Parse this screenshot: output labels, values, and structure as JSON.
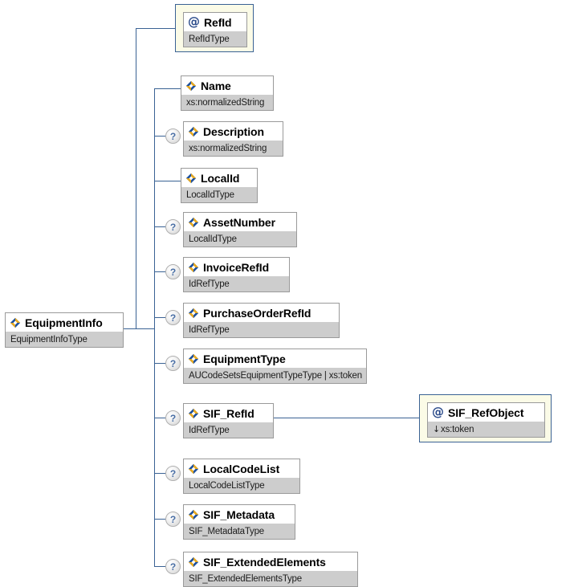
{
  "diagram": {
    "kind": "xml-schema-tree",
    "root": {
      "name": "EquipmentInfo",
      "type": "EquipmentInfoType",
      "icon": "element-icon",
      "optional": false
    },
    "attribute_children": [
      {
        "name": "RefId",
        "type": "RefIdType",
        "icon": "attribute-icon",
        "optional": false
      }
    ],
    "element_children": [
      {
        "name": "Name",
        "type": "xs:normalizedString",
        "icon": "element-icon",
        "optional": false
      },
      {
        "name": "Description",
        "type": "xs:normalizedString",
        "icon": "element-icon",
        "optional": true
      },
      {
        "name": "LocalId",
        "type": "LocalIdType",
        "icon": "element-icon",
        "optional": false
      },
      {
        "name": "AssetNumber",
        "type": "LocalIdType",
        "icon": "element-icon",
        "optional": true
      },
      {
        "name": "InvoiceRefId",
        "type": "IdRefType",
        "icon": "element-icon",
        "optional": true
      },
      {
        "name": "PurchaseOrderRefId",
        "type": "IdRefType",
        "icon": "element-icon",
        "optional": true
      },
      {
        "name": "EquipmentType",
        "type": "AUCodeSetsEquipmentTypeType | xs:token",
        "icon": "element-icon",
        "optional": true
      },
      {
        "name": "SIF_RefId",
        "type": "IdRefType",
        "icon": "element-icon",
        "optional": true
      },
      {
        "name": "LocalCodeList",
        "type": "LocalCodeListType",
        "icon": "element-icon",
        "optional": true
      },
      {
        "name": "SIF_Metadata",
        "type": "SIF_MetadataType",
        "icon": "element-icon",
        "optional": true
      },
      {
        "name": "SIF_ExtendedElements",
        "type": "SIF_ExtendedElementsType",
        "icon": "element-icon",
        "optional": true
      }
    ],
    "nested_attribute": {
      "parent": "SIF_RefId",
      "name": "SIF_RefObject",
      "type": "xs:token",
      "type_prefix_glyph": "↓",
      "icon": "attribute-icon",
      "optional": false
    },
    "optional_marker": "?",
    "attribute_glyph": "@",
    "colors": {
      "connector": "#3a6294",
      "attribute_fill": "#fbfbe7",
      "node_border": "#9a9a9a",
      "type_row_fill": "#cdcdcd",
      "node_fill": "#ffffff",
      "icon_blue": "#1b4f9c",
      "icon_gold": "#e8a81c",
      "at_glyph_color": "#2a4a8a",
      "optional_glyph_color": "#4a6fa5"
    }
  }
}
